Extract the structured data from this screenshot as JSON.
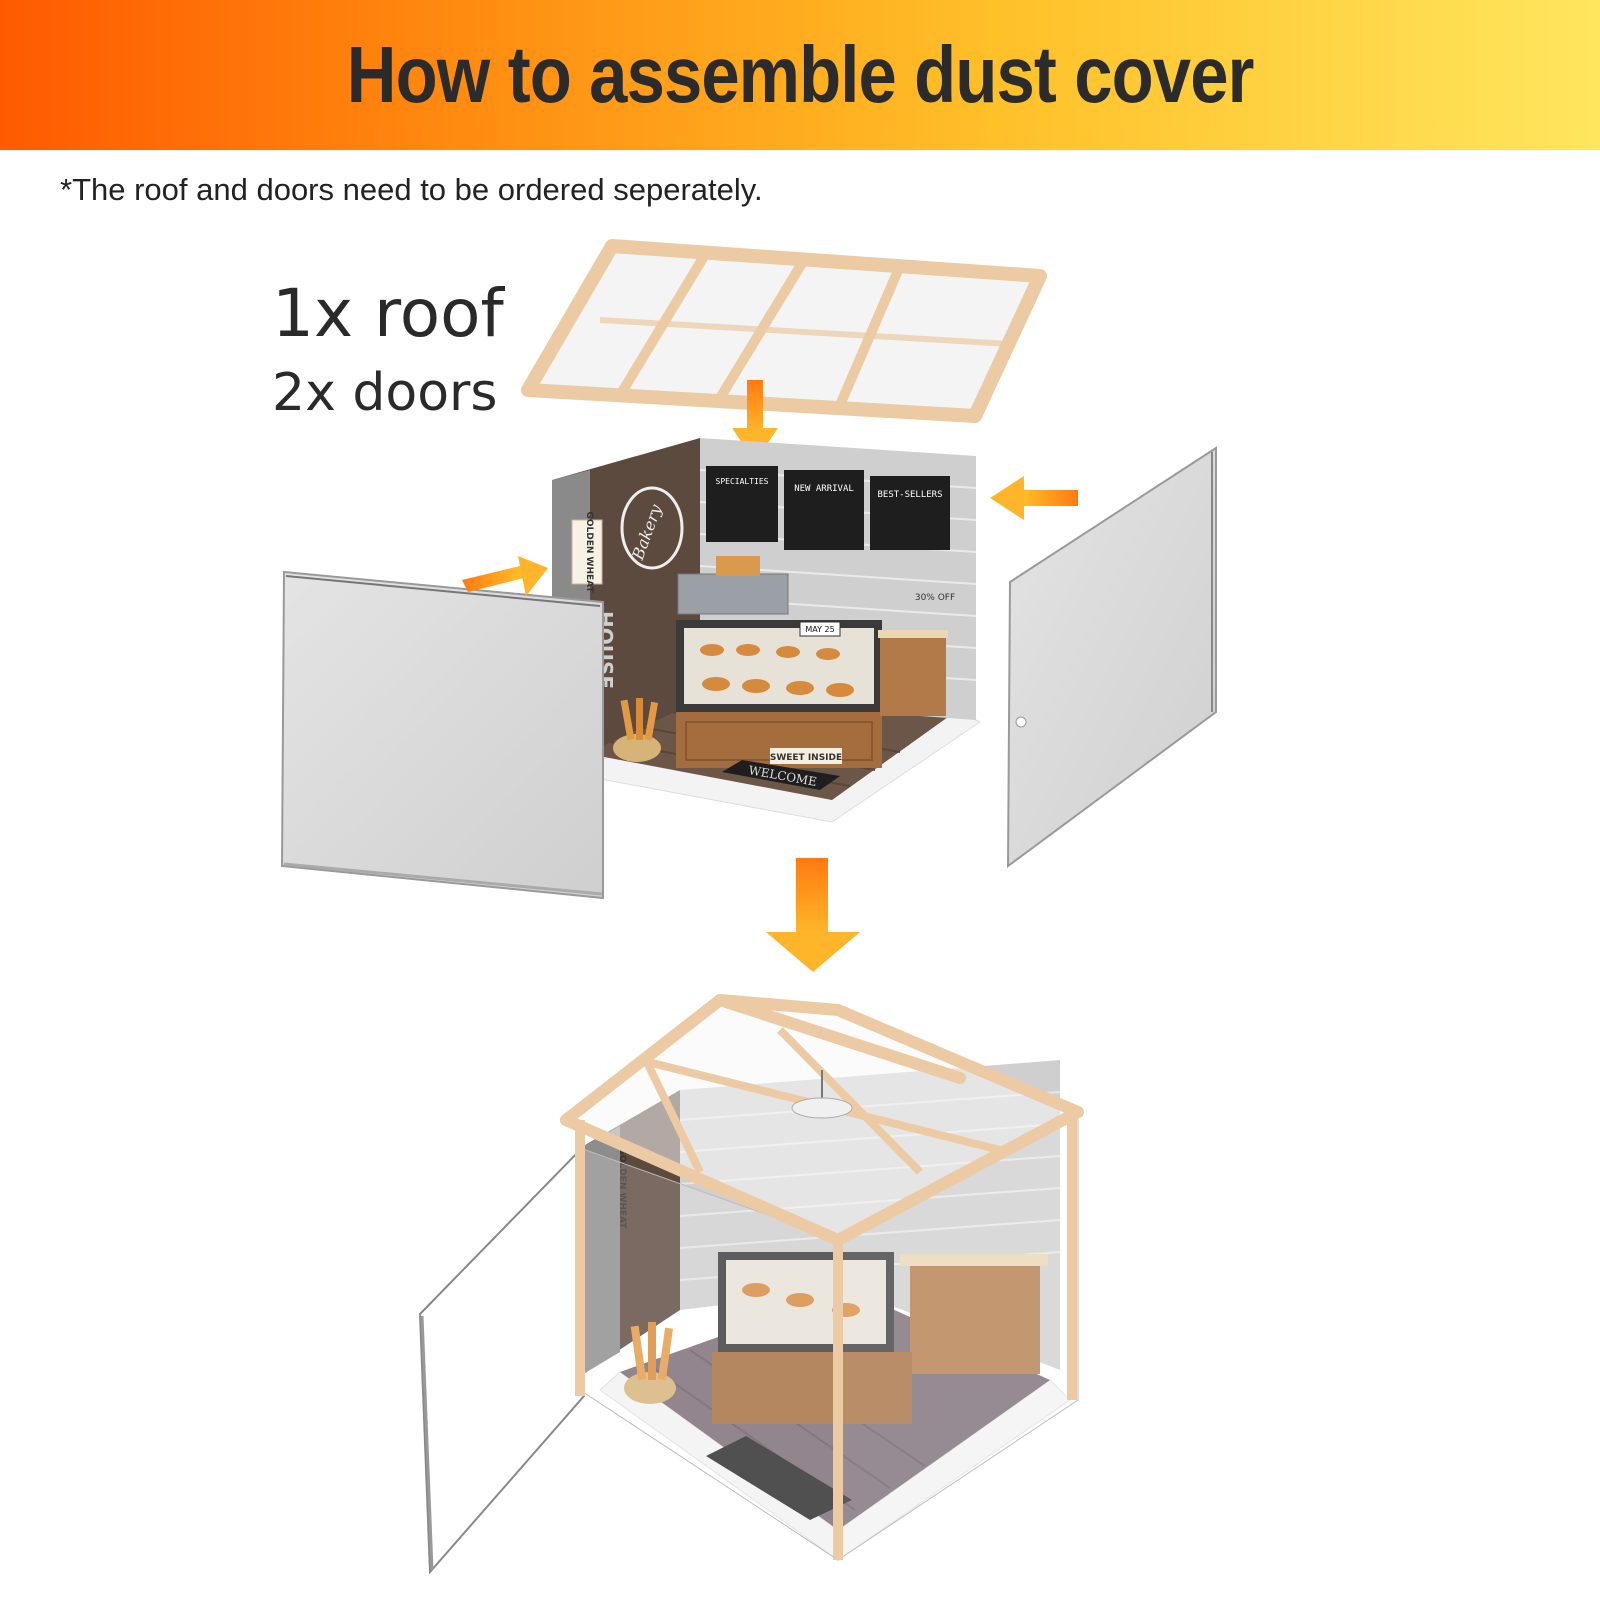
{
  "header": {
    "title": "How to assemble dust cover"
  },
  "note": "*The roof and doors need to be ordered seperately.",
  "parts": {
    "roof": "1x roof",
    "doors": "2x doors"
  },
  "scene_labels": {
    "menu_specialties": "SPECIALTIES",
    "menu_new_arrival": "NEW ARRIVAL",
    "menu_best_sellers": "BEST-SELLERS",
    "bakery_logo": "Bakery",
    "golden_wheat": "GOLDEN WHEAT",
    "wall_house": "HOUSE",
    "sweet_inside": "SWEET INSIDE",
    "welcome_mat": "WELCOME",
    "date_card": "MAY 25",
    "discount": "30% OFF"
  },
  "colors": {
    "banner_start": "#ff5a00",
    "banner_end": "#ffe65e",
    "arrow": "#ff8a1a",
    "wood": "#eccaa3"
  }
}
